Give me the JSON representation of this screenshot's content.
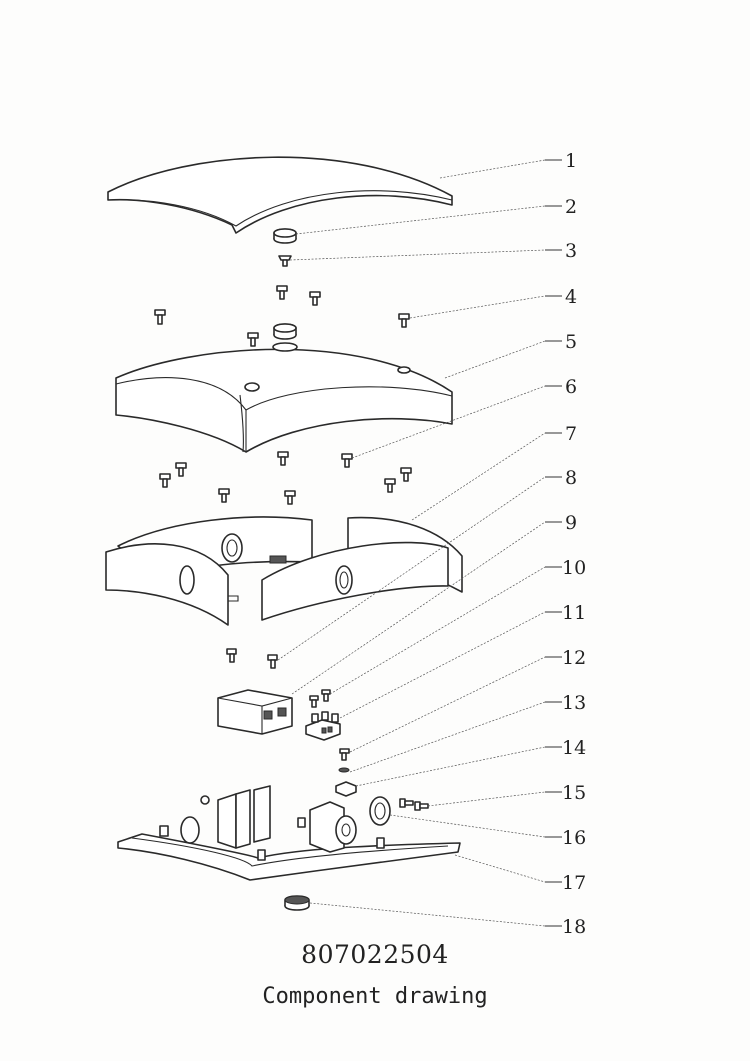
{
  "callouts": [
    "1",
    "2",
    "3",
    "4",
    "5",
    "6",
    "7",
    "8",
    "9",
    "10",
    "11",
    "12",
    "13",
    "14",
    "15",
    "16",
    "17",
    "18"
  ],
  "part_number": "807022504",
  "title": "Component drawing"
}
